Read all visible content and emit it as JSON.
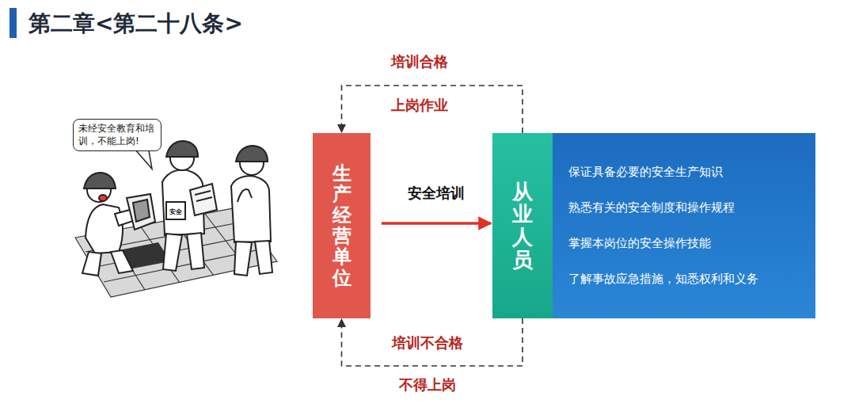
{
  "diagram": {
    "title": "第二章<第二十八条>",
    "nodes": [
      {
        "text": [
          "未经安全教育和培训，不能上岗!"
        ]
      },
      {
        "text": [
          "生产经营单位"
        ]
      },
      {
        "text": [
          "从业人员"
        ]
      },
      {
        "text": [
          "保证具备必要的安全生产知识",
          "熟悉有关的安全制度和操作规程",
          "掌握本岗位的安全操作技能",
          "了解事故应急措施，知悉权利和义务"
        ]
      }
    ],
    "edges": [
      {
        "from": 1,
        "to": 2,
        "arrow": "to",
        "label": "安全培训"
      },
      {
        "from": 2,
        "to": 1,
        "arrow": "to",
        "label": "培训合格"
      },
      {
        "from": 2,
        "to": 1,
        "arrow": "to",
        "label": "培训不合格"
      }
    ],
    "labels": [
      "安全",
      "上岗作业",
      "不得上岗"
    ]
  }
}
